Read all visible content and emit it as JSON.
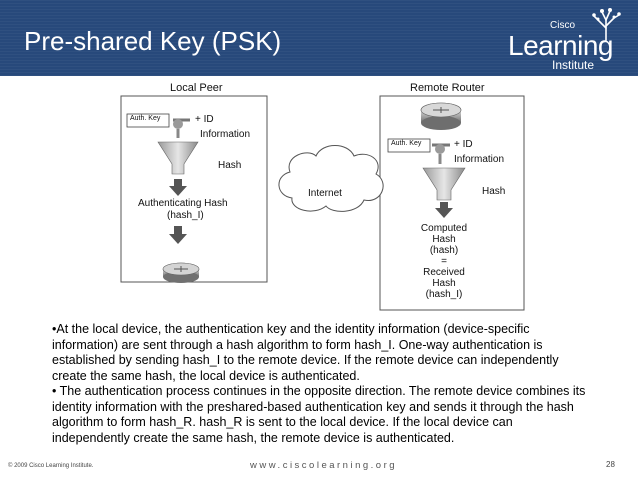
{
  "slide": {
    "title": "Pre-shared Key (PSK)",
    "logo": {
      "cisco": "Cisco",
      "learning": "Learning",
      "institute": "Institute"
    }
  },
  "diagram": {
    "local_peer": {
      "title": "Local Peer",
      "auth_key": "Auth. Key",
      "plus_id": "+ ID",
      "information": "Information",
      "hash": "Hash",
      "authenticating_hash": "Authenticating Hash",
      "hash_i": "(hash_I)"
    },
    "internet": "Internet",
    "remote_router": {
      "title": "Remote Router",
      "auth_key": "Auth. Key",
      "plus_id": "+ ID",
      "information": "Information",
      "hash": "Hash",
      "computed": "Computed",
      "computed_hash": "Hash",
      "computed_hash_paren": "(hash)",
      "equals": "=",
      "received": "Received",
      "received_hash": "Hash",
      "hash_i": "(hash_I)"
    }
  },
  "bullets": [
    "•At the local device, the authentication key and the identity information (device-specific information) are sent through a hash algorithm to form hash_I. One-way authentication is established by sending hash_I to the remote device. If the remote device can independently create the same hash, the local device is authenticated.",
    "• The authentication process continues in the opposite direction. The remote device combines its identity information with the preshared-based authentication key and sends it through the hash algorithm to form hash_R. hash_R is sent to the local device. If the local device can independently create the same hash, the remote device is authenticated."
  ],
  "footer": {
    "copyright": "© 2009 Cisco Learning Institute.",
    "website": "www.ciscolearning.org",
    "page_number": "28"
  }
}
